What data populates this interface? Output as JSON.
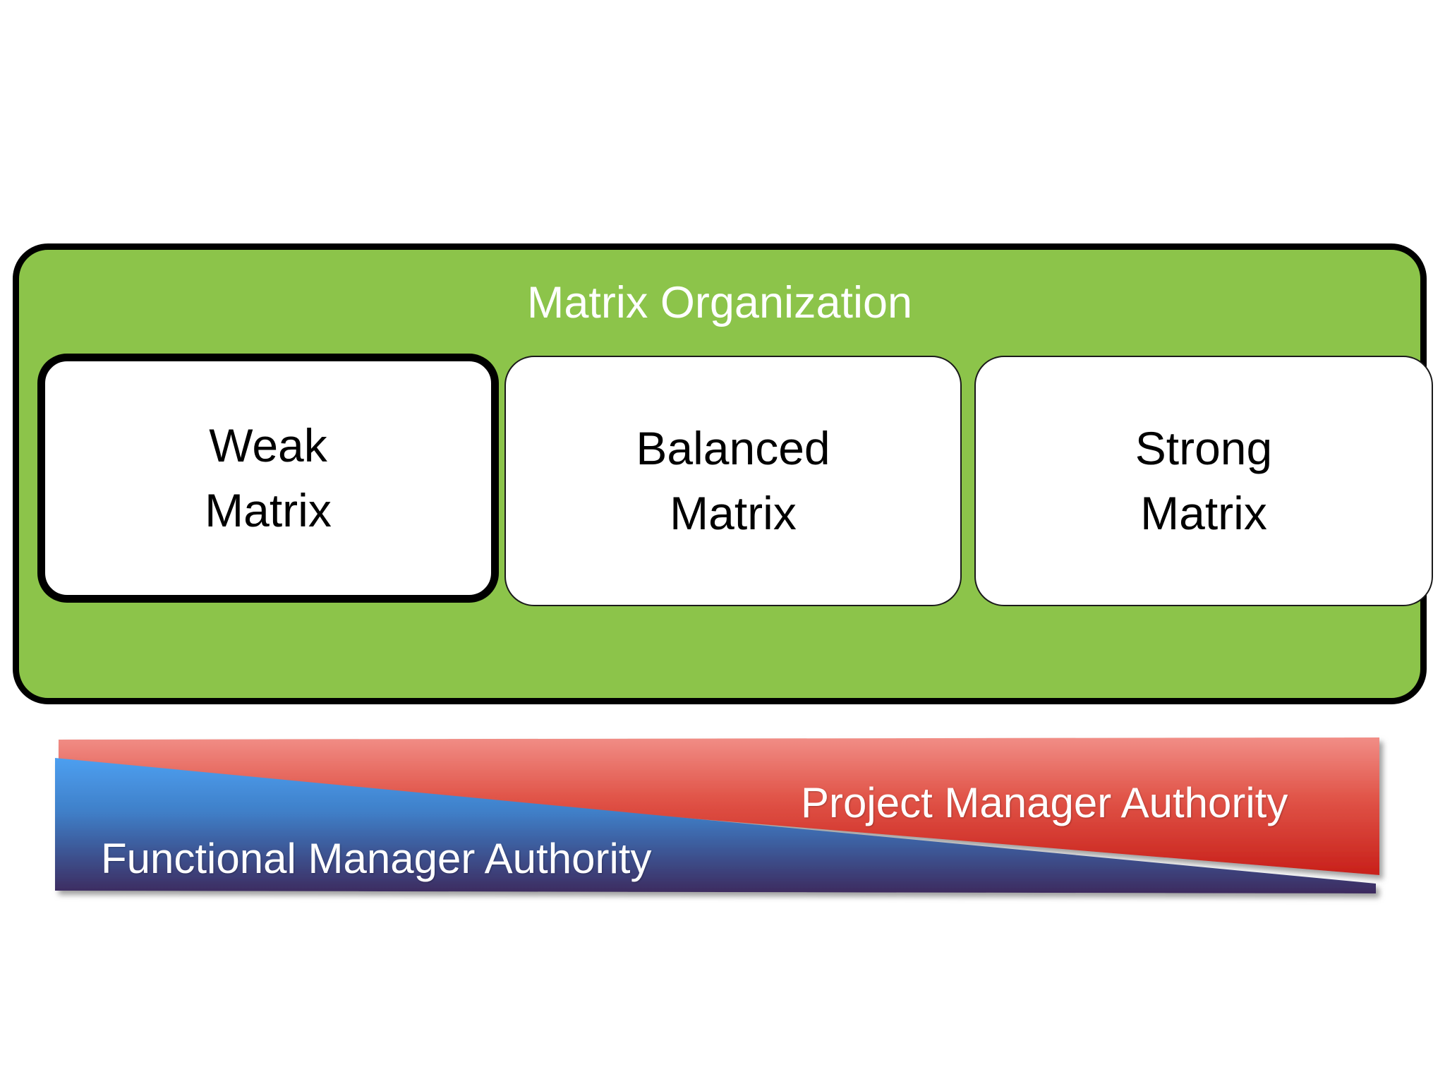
{
  "diagram": {
    "title": "Matrix Organization",
    "container_color": "#8cc44a",
    "boxes": [
      {
        "line1": "Weak",
        "line2": "Matrix",
        "highlighted": true
      },
      {
        "line1": "Balanced",
        "line2": "Matrix",
        "highlighted": false
      },
      {
        "line1": "Strong",
        "line2": "Matrix",
        "highlighted": false
      }
    ],
    "authority_bars": [
      {
        "label": "Project Manager Authority",
        "direction": "increases-left-to-right",
        "color_top": "#f08a84",
        "color_bottom": "#cc2218"
      },
      {
        "label": "Functional Manager Authority",
        "direction": "decreases-left-to-right",
        "color_top": "#4a9be8",
        "color_bottom": "#3e2a5c"
      }
    ]
  }
}
